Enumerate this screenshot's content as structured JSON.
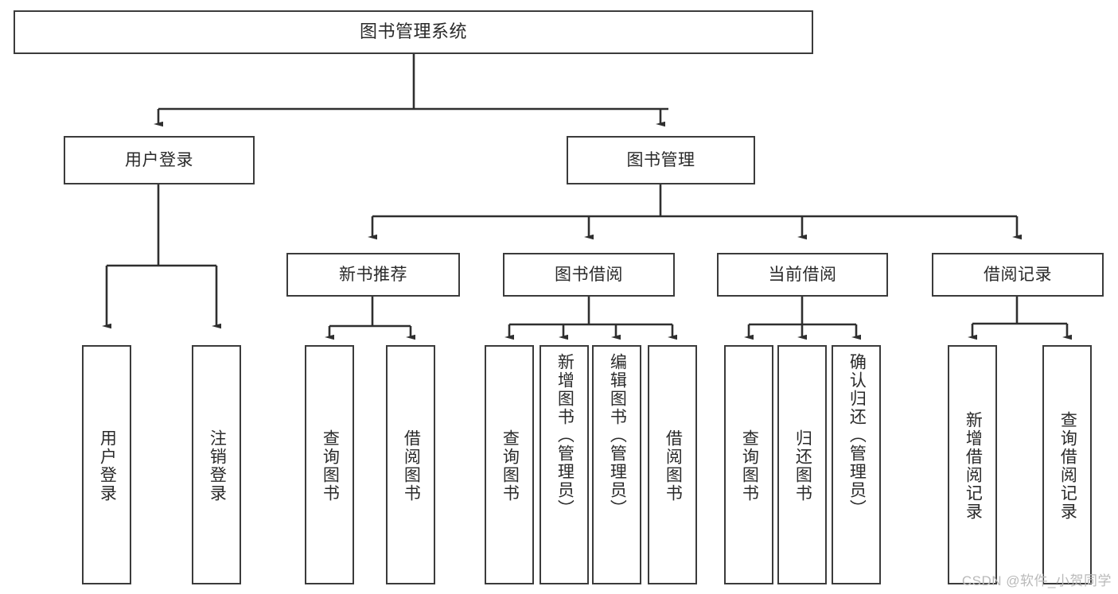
{
  "diagram": {
    "title": "图书管理系统",
    "type": "hierarchy-tree",
    "stroke_color": "#3b3b3b",
    "text_color": "#2a2a2a",
    "background_color": "#ffffff",
    "root": {
      "label": "图书管理系统",
      "children": [
        {
          "label": "用户登录",
          "children": [
            {
              "label": "用户登录"
            },
            {
              "label": "注销登录"
            }
          ]
        },
        {
          "label": "图书管理",
          "children": [
            {
              "label": "新书推荐",
              "children": [
                {
                  "label": "查询图书"
                },
                {
                  "label": "借阅图书"
                }
              ]
            },
            {
              "label": "图书借阅",
              "children": [
                {
                  "label": "查询图书"
                },
                {
                  "label": "新增图书（管理员）"
                },
                {
                  "label": "编辑图书（管理员）"
                },
                {
                  "label": "借阅图书"
                }
              ]
            },
            {
              "label": "当前借阅",
              "children": [
                {
                  "label": "查询图书"
                },
                {
                  "label": "归还图书"
                },
                {
                  "label": "确认归还（管理员）"
                }
              ]
            },
            {
              "label": "借阅记录",
              "children": [
                {
                  "label": "新增借阅记录"
                },
                {
                  "label": "查询借阅记录"
                }
              ]
            }
          ]
        }
      ]
    },
    "nodes": {
      "root": "图书管理系统",
      "user_login": "用户登录",
      "book_manage": "图书管理",
      "new_book_rec": "新书推荐",
      "book_borrow": "图书借阅",
      "current_borrow": "当前借阅",
      "borrow_record": "借阅记录",
      "leaf_user_login": "用户登录",
      "leaf_logout": "注销登录",
      "leaf_nbr_query": "查询图书",
      "leaf_nbr_borrow": "借阅图书",
      "leaf_bb_query": "查询图书",
      "leaf_bb_add": "新增图书（管理员）",
      "leaf_bb_edit": "编辑图书（管理员）",
      "leaf_bb_borrow": "借阅图书",
      "leaf_cb_query": "查询图书",
      "leaf_cb_return": "归还图书",
      "leaf_cb_confirm": "确认归还（管理员）",
      "leaf_br_add": "新增借阅记录",
      "leaf_br_query": "查询借阅记录"
    }
  },
  "watermark": {
    "text": "CSDN @软件_小贺同学"
  }
}
